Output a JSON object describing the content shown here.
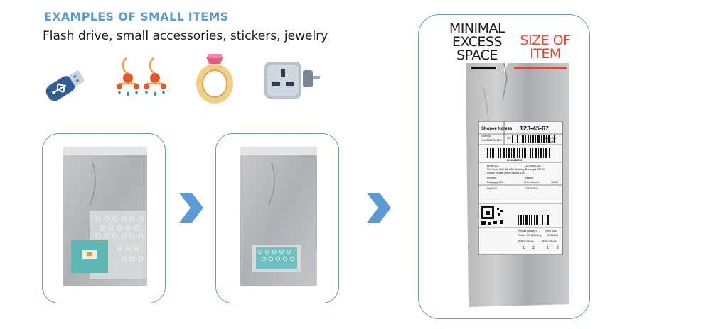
{
  "header": {
    "title": "EXAMPLES OF SMALL ITEMS",
    "subtitle": "Flash drive, small accessories, stickers, jewelry"
  },
  "icons": [
    "flash-drive-icon",
    "earrings-icon",
    "ring-icon",
    "power-socket-icon"
  ],
  "labels": {
    "minimal_line1": "MINIMAL",
    "minimal_line2": "EXCESS",
    "minimal_line3": "SPACE",
    "size_line1": "SIZE OF",
    "size_line2": "ITEM"
  },
  "waybill": {
    "brand": "Shopee Xpress",
    "tracking": "123-45-67",
    "sort_code": "OP",
    "day": "Nov-DG",
    "delivery_type": "HOME",
    "order_id_label": "Order ID",
    "order_id": "1900123203K8M9",
    "barcode_id": "ID123456789",
    "buyer_name": "buyer123",
    "buyer_phone": "1234567810",
    "buyer_addr1": "2nd Floor, Stall 38, ABC Building, Barangay 287, B",
    "buyer_addr2": "inondo Manila, Metro Manila 1234",
    "buyer_city": "Binondo",
    "buyer_prov": "Manila",
    "buyer_brgy": "Barangay 287",
    "buyer_region": "Metro Manila",
    "buyer_zip": "12180",
    "seller_name": "Seller123",
    "seller_phone": "1234567810",
    "qty_label": "Product Quantity: 8",
    "weight_label": "Weight: 200,212,000 g",
    "order_date_label": "Order Date:",
    "order_date": "2019/08/16",
    "delivery_attempt": "Delivery Attempt",
    "return_attempt": "Return Attempt",
    "attempt_1": "1",
    "attempt_2": "2"
  },
  "colors": {
    "accent_blue": "#5b9bd5",
    "size_red": "#e8432b",
    "text_black": "#1a1a1a"
  }
}
